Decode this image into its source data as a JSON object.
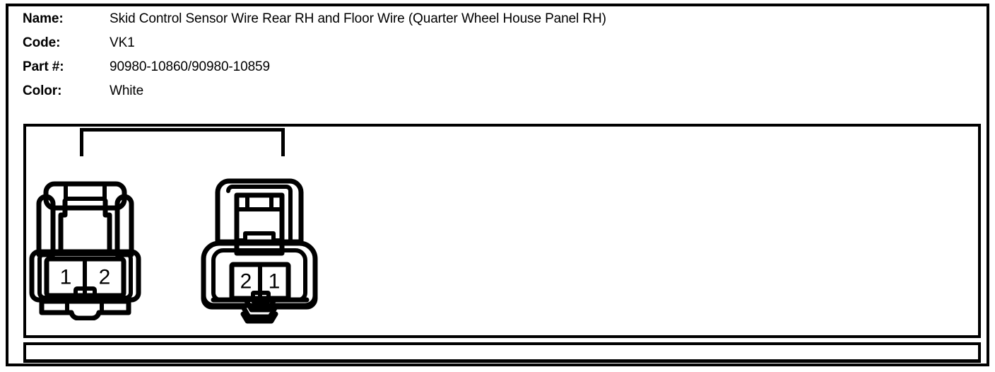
{
  "spec": {
    "rows": [
      {
        "label": "Name:",
        "value": "Skid Control Sensor Wire Rear RH and Floor Wire (Quarter Wheel House Panel RH)"
      },
      {
        "label": "Code:",
        "value": "VK1"
      },
      {
        "label": "Part #:",
        "value": "90980-10860/90980-10859"
      },
      {
        "label": "Color:",
        "value": "White"
      }
    ]
  },
  "diagram": {
    "bracket_name": "leader-bracket",
    "connectors": [
      {
        "id": "female",
        "type": "female-connector",
        "pins": [
          "1",
          "2"
        ]
      },
      {
        "id": "male",
        "type": "male-connector",
        "pins": [
          "2",
          "1"
        ]
      }
    ]
  },
  "colors": {
    "line": "#000000",
    "background": "#ffffff"
  }
}
